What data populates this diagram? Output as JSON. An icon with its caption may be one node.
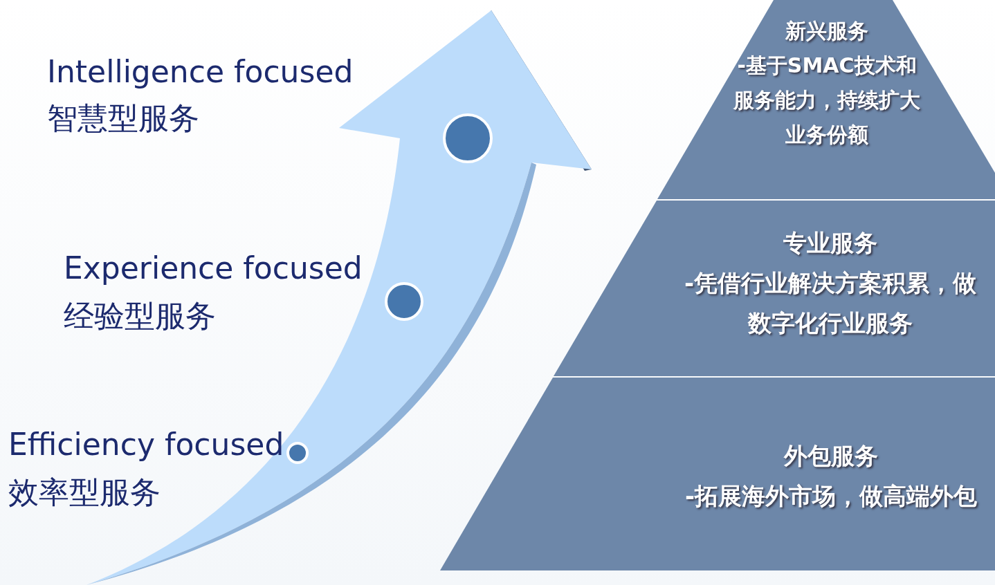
{
  "diagram": {
    "nodes": [
      {
        "text": [
          "新兴服务",
          "-基于SMAC技术和服务能力，持续扩大业务份额"
        ]
      },
      {
        "text": [
          "专业服务",
          "-凭借行业解决方案积累，做数字化行业服务"
        ]
      },
      {
        "text": [
          "外包服务",
          "-拓展海外市场，做高端外包"
        ]
      }
    ],
    "labels": [
      "Intelligence focused",
      "智慧型服务",
      "Experience focused",
      "经验型服务",
      "Efficiency focused",
      "效率型服务"
    ]
  }
}
